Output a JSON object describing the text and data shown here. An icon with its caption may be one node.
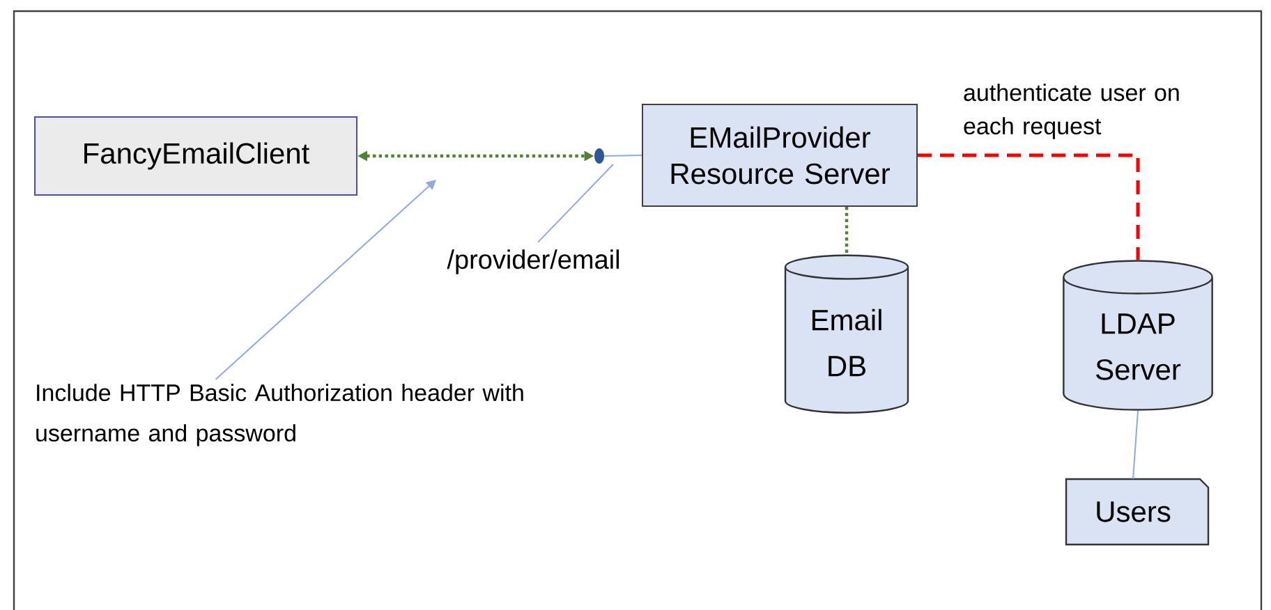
{
  "diagram": {
    "nodes": [
      {
        "text": [
          "FancyEmailClient"
        ]
      },
      {
        "text": [],
        "shape": "circle"
      },
      {
        "text": [
          "EMailProvider Resource Server"
        ]
      },
      {
        "text": [
          "Email DB"
        ]
      },
      {
        "text": [
          "LDAP Server"
        ]
      },
      {
        "text": [
          "Users"
        ]
      },
      {
        "text": [
          "/provider/email"
        ]
      },
      {
        "text": [
          "Include HTTP Basic Authorization header with username and password"
        ]
      }
    ],
    "edges": [
      {
        "from": 0,
        "to": 1,
        "arrow": "both",
        "style": "dashed",
        "color": "#548235"
      },
      {
        "from": 1,
        "to": 2,
        "arrow": "none"
      },
      {
        "from": 2,
        "to": 3,
        "arrow": "none",
        "style": "dashed",
        "color": "#548235"
      },
      {
        "from": 2,
        "to": 4,
        "arrow": "none",
        "label": "authenticate user on each request",
        "style": "dashed",
        "color": "#ff0000"
      },
      {
        "from": 4,
        "to": 5,
        "arrow": "none"
      },
      {
        "from": 6,
        "to": 1,
        "arrow": "none"
      },
      {
        "from": 7,
        "to": null,
        "arrow": "to"
      }
    ]
  }
}
